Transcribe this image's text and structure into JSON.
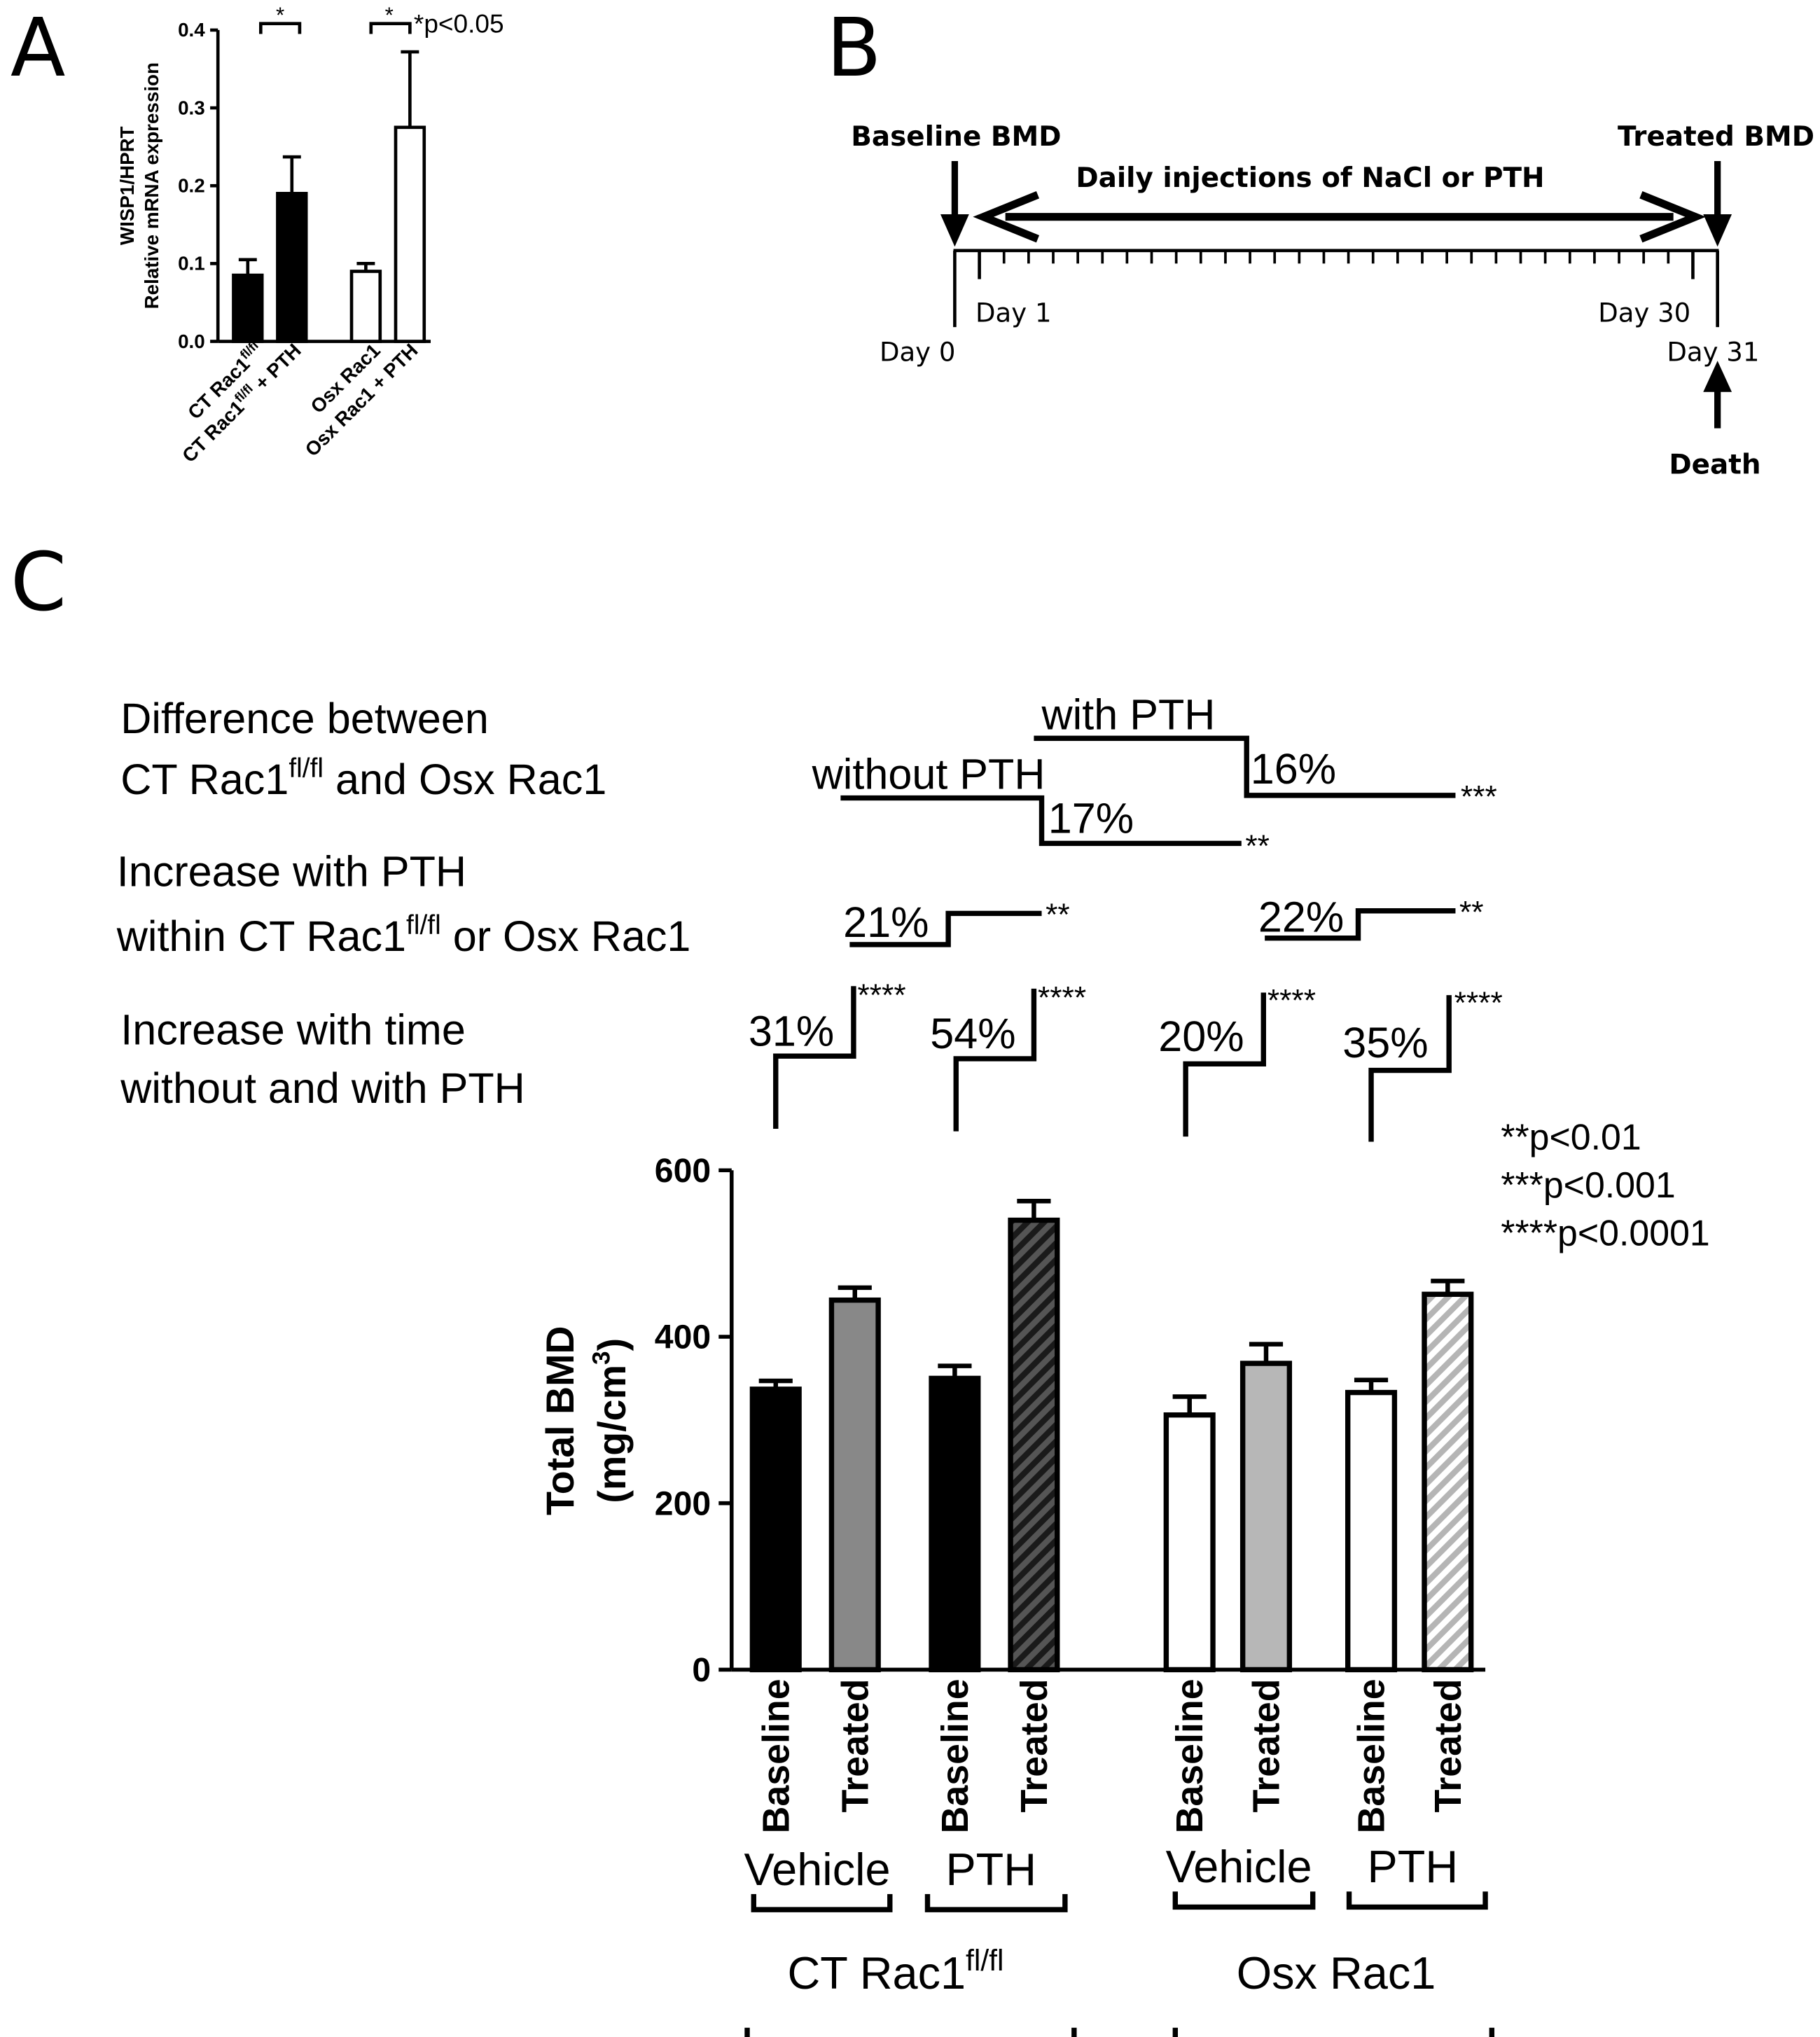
{
  "panels": {
    "a": "A",
    "b": "B",
    "c": "C"
  },
  "panel_a": {
    "ylabel_line1": "WISP1/HPRT",
    "ylabel_line2": "Relative mRNA expression",
    "yticks": [
      "0.0",
      "0.1",
      "0.2",
      "0.3",
      "0.4"
    ],
    "sig_star": "*",
    "sig_note": "*p<0.05",
    "labels": {
      "l1_main": "CT Rac1",
      "l1_sup": "fl/fl",
      "l2_main": "CT Rac1",
      "l2_sup": "fl/fl",
      "l2_tail": " + PTH",
      "l3": "Osx Rac1",
      "l4": "Osx Rac1 + PTH"
    }
  },
  "panel_b": {
    "baseline": "Baseline BMD",
    "treated": "Treated BMD",
    "injections": "Daily injections of NaCl or PTH",
    "day0": "Day 0",
    "day1": "Day 1",
    "day30": "Day 30",
    "day31": "Day 31",
    "death": "Death"
  },
  "panel_c": {
    "diff_line1": "Difference between",
    "diff_line2_a": "CT Rac1",
    "diff_line2_sup": "fl/fl",
    "diff_line2_b": " and Osx Rac1",
    "inc_pth_line1": "Increase with PTH",
    "inc_pth_line2_a": "within CT Rac1",
    "inc_pth_line2_sup": "fl/fl",
    "inc_pth_line2_b": " or Osx Rac1",
    "inc_time_line1": "Increase with time",
    "inc_time_line2": "without and with PTH",
    "with_pth": "with PTH",
    "without_pth": "without PTH",
    "pct_16": "16%",
    "pct_17": "17%",
    "pct_21": "21%",
    "pct_22": "22%",
    "pct_31": "31%",
    "pct_54": "54%",
    "pct_20": "20%",
    "pct_35": "35%",
    "star2": "**",
    "star3": "***",
    "star4": "****",
    "p_legend": [
      "**p<0.01",
      "***p<0.001",
      "****p<0.0001"
    ],
    "ylabel_line1": "Total BMD",
    "ylabel_line2_a": "(mg/cm",
    "ylabel_line2_sup": "3",
    "ylabel_line2_b": ")",
    "yticks": [
      "0",
      "200",
      "400",
      "600"
    ],
    "bar_labels": [
      "Baseline",
      "Treated",
      "Baseline",
      "Treated",
      "Baseline",
      "Treated",
      "Baseline",
      "Treated"
    ],
    "treat_groups": [
      "Vehicle",
      "PTH",
      "Vehicle",
      "PTH"
    ],
    "genotype_1_main": "CT Rac1",
    "genotype_1_sup": "fl/fl",
    "genotype_2": "Osx Rac1"
  },
  "chart_data": [
    {
      "type": "bar",
      "title": "",
      "ylabel": "WISP1/HPRT Relative mRNA expression",
      "ylim": [
        0,
        0.4
      ],
      "categories": [
        "CT Rac1fl/fl",
        "CT Rac1fl/fl + PTH",
        "Osx Rac1",
        "Osx Rac1 + PTH"
      ],
      "values": [
        0.085,
        0.19,
        0.09,
        0.275
      ],
      "errors": [
        0.02,
        0.047,
        0.01,
        0.097
      ],
      "colors": [
        "#000000",
        "#000000",
        "#ffffff",
        "#ffffff"
      ],
      "significance": [
        {
          "pair": [
            0,
            1
          ],
          "label": "*"
        },
        {
          "pair": [
            2,
            3
          ],
          "label": "*"
        }
      ],
      "grid": false
    },
    {
      "type": "bar",
      "title": "",
      "ylabel": "Total BMD (mg/cm3)",
      "ylim": [
        0,
        600
      ],
      "categories": [
        "Baseline",
        "Treated",
        "Baseline",
        "Treated",
        "Baseline",
        "Treated",
        "Baseline",
        "Treated"
      ],
      "groups": [
        "CT Rac1fl/fl Vehicle",
        "CT Rac1fl/fl Vehicle",
        "CT Rac1fl/fl PTH",
        "CT Rac1fl/fl PTH",
        "Osx Rac1 Vehicle",
        "Osx Rac1 Vehicle",
        "Osx Rac1 PTH",
        "Osx Rac1 PTH"
      ],
      "values": [
        337,
        444,
        350,
        540,
        306,
        368,
        333,
        451
      ],
      "errors": [
        10,
        15,
        15,
        23,
        22,
        23,
        15,
        16
      ],
      "fills": [
        "#000000",
        "#888888",
        "#000000",
        "hatch-dark",
        "#ffffff",
        "#b7b7b7",
        "#ffffff",
        "hatch-light"
      ],
      "grid": false
    }
  ]
}
